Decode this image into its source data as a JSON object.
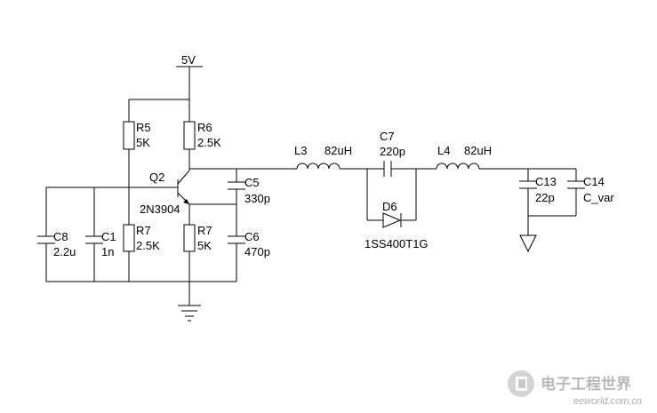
{
  "supply_label": "5V",
  "resistors": {
    "r5": {
      "ref": "R5",
      "value": "5K"
    },
    "r6": {
      "ref": "R6",
      "value": "2.5K"
    },
    "r7a": {
      "ref": "R7",
      "value": "2.5K"
    },
    "r7b": {
      "ref": "R7",
      "value": "5K"
    }
  },
  "transistor": {
    "ref": "Q2",
    "part": "2N3904"
  },
  "capacitors": {
    "c8": {
      "ref": "C8",
      "value": "2.2u"
    },
    "c1": {
      "ref": "C1",
      "value": "1n"
    },
    "c5": {
      "ref": "C5",
      "value": "330p"
    },
    "c6": {
      "ref": "C6",
      "value": "470p"
    },
    "c7": {
      "ref": "C7",
      "value": "220p"
    },
    "c13": {
      "ref": "C13",
      "value": "22p"
    },
    "c14": {
      "ref": "C14",
      "value": "C_var"
    }
  },
  "inductors": {
    "l3": {
      "ref": "L3",
      "value": "82uH"
    },
    "l4": {
      "ref": "L4",
      "value": "82uH"
    }
  },
  "diode": {
    "ref": "D6",
    "part": "1SS400T1G"
  },
  "watermark": {
    "cn": "电子工程世界",
    "en": "eeworld.com.cn"
  }
}
